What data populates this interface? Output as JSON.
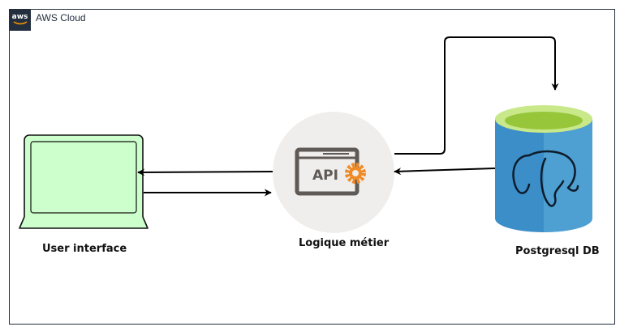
{
  "container": {
    "title": "AWS Cloud",
    "badge_text": "aws"
  },
  "nodes": {
    "user_interface": {
      "label": "User interface"
    },
    "business_logic": {
      "label": "Logique métier",
      "icon_text": "API"
    },
    "database": {
      "label": "Postgresql DB"
    }
  },
  "colors": {
    "frame": "#232f3e",
    "screen_fill": "#ccffcc",
    "circle_fill": "#f0eeec",
    "api_icon": "#5f5a56",
    "gear": "#f08a24",
    "db_body": "#3c8ec9",
    "db_top": "#97c63a",
    "arrow": "#000000"
  }
}
